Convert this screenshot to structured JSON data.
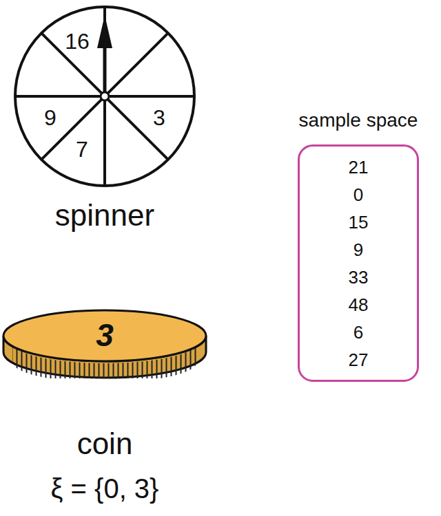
{
  "diagram": {
    "nodes": [
      {
        "text": [
          "16",
          "9",
          "7",
          "3",
          "spinner"
        ]
      },
      {
        "text": [
          "sample space",
          "21",
          "0",
          "15",
          "9",
          "33",
          "48",
          "6",
          "27"
        ]
      },
      {
        "text": [
          "3",
          "coin",
          "ξ = {0, 3}"
        ]
      }
    ]
  }
}
